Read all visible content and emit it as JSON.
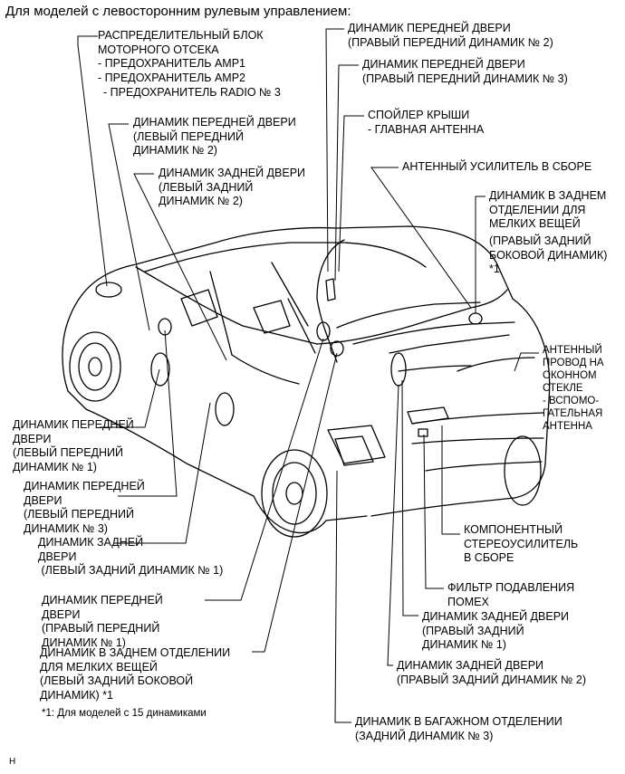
{
  "title": "Для моделей с левосторонним рулевым управлением:",
  "labels": {
    "engine_box": "РАСПРЕДЕЛИТЕЛЬНЫЙ БЛОК\nМОТОРНОГО ОТСЕКА\n- ПРЕДОХРАНИТЕЛЬ AMP1\n- ПРЕДОХРАНИТЕЛЬ AMP2",
    "engine_box_radio": "- ПРЕДОХРАНИТЕЛЬ RADIO № 3",
    "fl_door_2": "ДИНАМИК ПЕРЕДНЕЙ ДВЕРИ\n(ЛЕВЫЙ ПЕРЕДНИЙ\nДИНАМИК № 2)",
    "rl_door_2": "ДИНАМИК ЗАДНЕЙ ДВЕРИ\n(ЛЕВЫЙ ЗАДНИЙ\nДИНАМИК № 2)",
    "fr_door_2": "ДИНАМИК ПЕРЕДНЕЙ ДВЕРИ\n(ПРАВЫЙ ПЕРЕДНИЙ ДИНАМИК № 2)",
    "fr_door_3": "ДИНАМИК ПЕРЕДНЕЙ ДВЕРИ\n(ПРАВЫЙ ПЕРЕДНИЙ ДИНАМИК № 3)",
    "roof_spoiler": "СПОЙЛЕР КРЫШИ\n- ГЛАВНАЯ АНТЕННА",
    "antenna_amp": "АНТЕННЫЙ УСИЛИТЕЛЬ В СБОРЕ",
    "rr_side": "ДИНАМИК В ЗАДНЕМ\nОТДЕЛЕНИИ ДЛЯ\nМЕЛКИХ ВЕЩЕЙ",
    "rr_side_sub": "(ПРАВЫЙ ЗАДНИЙ\nБОКОВОЙ ДИНАМИК)\n*1",
    "glass_antenna": "АНТЕННЫЙ\nПРОВОД НА\nОКОННОМ\nСТЕКЛЕ\n- ВСПОМО-\nГАТЕЛЬНАЯ\nАНТЕННА",
    "fl_door_1": "ДИНАМИК ПЕРЕДНЕЙ\nДВЕРИ\n(ЛЕВЫЙ ПЕРЕДНИЙ\nДИНАМИК № 1)",
    "fl_door_3": "ДИНАМИК ПЕРЕДНЕЙ\nДВЕРИ\n(ЛЕВЫЙ ПЕРЕДНИЙ\nДИНАМИК № 3)",
    "rl_door_1": "ДИНАМИК ЗАДНЕЙ\nДВЕРИ\n (ЛЕВЫЙ ЗАДНИЙ ДИНАМИК № 1)",
    "fr_door_1": "ДИНАМИК ПЕРЕДНЕЙ\nДВЕРИ\n(ПРАВЫЙ ПЕРЕДНИЙ\nДИНАМИК № 1)",
    "rl_side": "ДИНАМИК В ЗАДНЕМ ОТДЕЛЕНИИ\nДЛЯ МЕЛКИХ ВЕЩЕЙ\n(ЛЕВЫЙ ЗАДНИЙ БОКОВОЙ\nДИНАМИК) *1",
    "component_amp": "КОМПОНЕНТНЫЙ\nСТЕРЕОУСИЛИТЕЛЬ\nВ СБОРЕ",
    "noise_filter": "ФИЛЬТР ПОДАВЛЕНИЯ\nПОМЕХ",
    "rr_door_1": "ДИНАМИК ЗАДНЕЙ ДВЕРИ\n(ПРАВЫЙ ЗАДНИЙ\nДИНАМИК № 1)",
    "rr_door_2": "ДИНАМИК ЗАДНЕЙ ДВЕРИ\n(ПРАВЫЙ ЗАДНИЙ ДИНАМИК № 2)",
    "luggage": "ДИНАМИК В БАГАЖНОМ ОТДЕЛЕНИИ\n(ЗАДНИЙ ДИНАМИК № 3)"
  },
  "footnote": "*1: Для моделей с 15 динамиками",
  "corner_mark": "H"
}
